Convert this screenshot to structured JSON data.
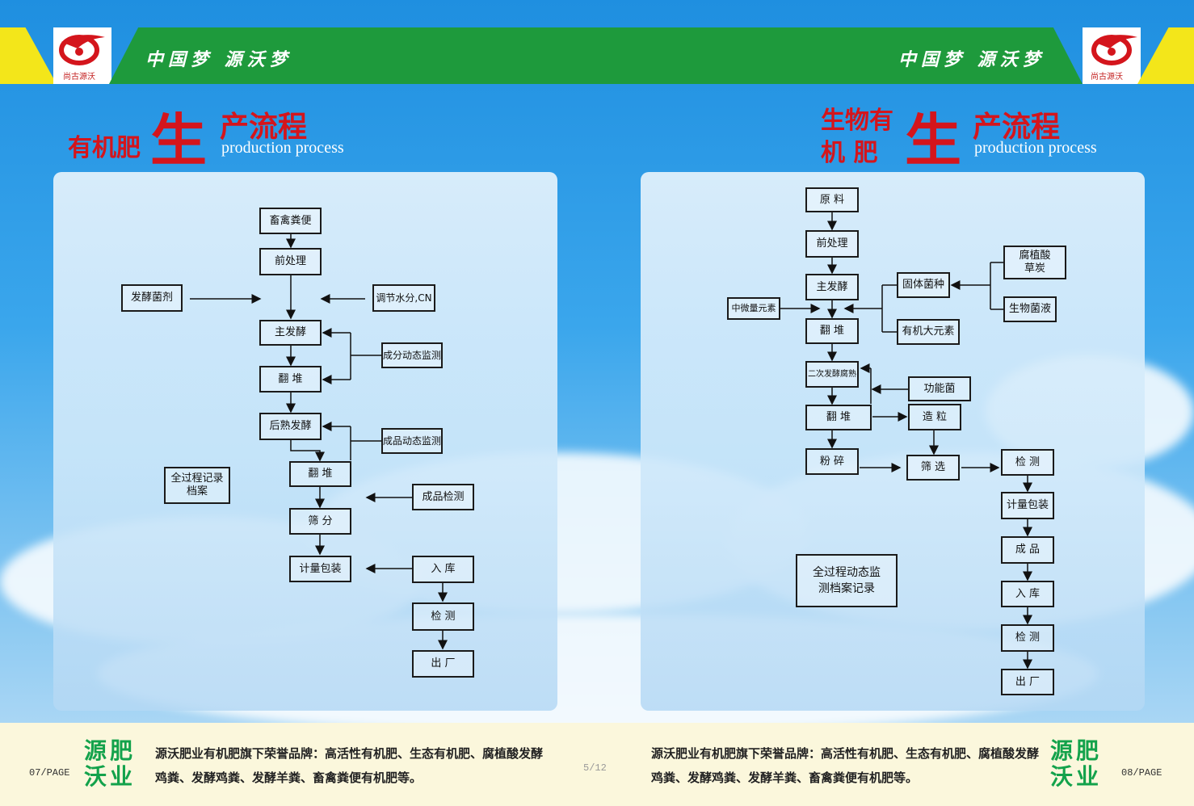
{
  "header": {
    "slogan": "中国梦 源沃梦",
    "logo_text": "尚古源沃"
  },
  "left": {
    "title_prefix": "有机肥",
    "title_big": "生",
    "title_rest": "产流程",
    "title_en": "production process",
    "boxes": {
      "b1": "畜禽粪便",
      "b2": "前处理",
      "b3": "发酵菌剂",
      "b4": "调节水分,CN",
      "b5": "主发酵",
      "b6": "成分动态监测",
      "b7": "翻 堆",
      "b8": "后熟发酵",
      "b9": "成品动态监测",
      "b10": "全过程记录档案",
      "b11": "翻 堆",
      "b12": "成品检测",
      "b13": "筛 分",
      "b14": "计量包装",
      "b15": "入 库",
      "b16": "检 测",
      "b17": "出 厂"
    }
  },
  "right": {
    "title_prefix_1": "生物有",
    "title_prefix_2": "机 肥",
    "title_big": "生",
    "title_rest": "产流程",
    "title_en": "production process",
    "boxes": {
      "r1": "原 料",
      "r2": "前处理",
      "r3": "腐植酸草炭",
      "r4": "主发酵",
      "r5": "固体菌种",
      "r6": "中微量元素",
      "r7": "生物菌液",
      "r8": "翻 堆",
      "r9": "有机大元素",
      "r10": "二次发酵腐熟",
      "r11": "功能菌",
      "r12": "翻 堆",
      "r13": "造 粒",
      "r14": "粉 碎",
      "r15": "筛 选",
      "r16": "检 测",
      "r17": "计量包装",
      "r18": "全过程动态监测档案记录",
      "r19": "成 品",
      "r20": "入 库",
      "r21": "检 测",
      "r22": "出 厂"
    }
  },
  "footer": {
    "brand_left": "源肥沃业",
    "brand_right": "源肥沃业",
    "text_left": "源沃肥业有机肥旗下荣誉品牌：高活性有机肥、生态有机肥、腐植酸发酵鸡粪、发酵鸡粪、发酵羊粪、畜禽粪便有机肥等。",
    "text_right": "源沃肥业有机肥旗下荣誉品牌：高活性有机肥、生态有机肥、腐植酸发酵鸡粪、发酵鸡粪、发酵羊粪、畜禽粪便有机肥等。",
    "page_left": "07/PAGE",
    "page_center": "5/12",
    "page_right": "08/PAGE"
  },
  "colors": {
    "green": "#1e9a3c",
    "yellow": "#f3e61a",
    "red": "#d4151c",
    "brand_green": "#13a24b"
  }
}
